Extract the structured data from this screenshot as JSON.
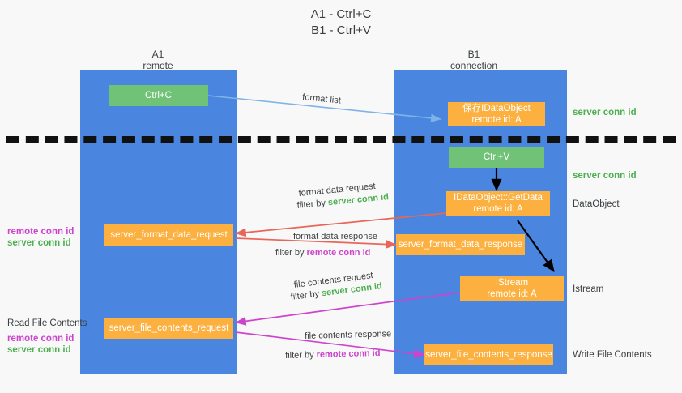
{
  "title": {
    "line1": "A1 - Ctrl+C",
    "line2": "B1 - Ctrl+V"
  },
  "colors": {
    "lane": "#4a86e0",
    "green_box": "#6fc276",
    "orange_box": "#fbb040",
    "server_conn_id": "#4caf50",
    "remote_conn_id": "#cc44cc",
    "background": "#f8f8f8",
    "divider": "#111111",
    "arrow_blue": "#7fb3e8",
    "arrow_red": "#e8655a",
    "arrow_magenta": "#cc44cc",
    "arrow_black": "#000000"
  },
  "columns": [
    {
      "name": "A1",
      "sub": "remote"
    },
    {
      "name": "B1",
      "sub": "connection"
    }
  ],
  "boxes": [
    {
      "id": "ctrl-c",
      "label": "Ctrl+C",
      "sub": "",
      "kind": "green"
    },
    {
      "id": "save-idataobject",
      "label": "保存IDataObject",
      "sub": "remote id: A",
      "kind": "orange"
    },
    {
      "id": "ctrl-v",
      "label": "Ctrl+V",
      "sub": "",
      "kind": "green"
    },
    {
      "id": "idataobject-getdata",
      "label": "IDataObject::GetData",
      "sub": "remote id: A",
      "kind": "orange"
    },
    {
      "id": "server-format-data-request",
      "label": "server_format_data_request",
      "sub": "",
      "kind": "orange"
    },
    {
      "id": "server-format-data-response",
      "label": "server_format_data_response",
      "sub": "",
      "kind": "orange"
    },
    {
      "id": "istream",
      "label": "IStream",
      "sub": "remote id: A",
      "kind": "orange"
    },
    {
      "id": "server-file-contents-request",
      "label": "server_file_contents_request",
      "sub": "",
      "kind": "orange"
    },
    {
      "id": "server-file-contents-response",
      "label": "server_file_contents_response",
      "sub": "",
      "kind": "orange"
    }
  ],
  "side_labels": {
    "server_conn_id_top": "server conn id",
    "server_conn_id_mid": "server conn id",
    "dataobject": "DataObject",
    "istream": "Istream",
    "write_file_contents": "Write File Contents",
    "read_file_contents": "Read File Contents",
    "remote_conn_id_a": "remote conn id",
    "server_conn_id_a": "server conn id",
    "remote_conn_id_b": "remote conn id",
    "server_conn_id_b": "server conn id"
  },
  "edge_labels": {
    "format_list": "format list",
    "format_data_request": "format data request",
    "format_data_request_filter_prefix": "filter by ",
    "format_data_request_filter_key": "server conn id",
    "format_data_response": "format data response",
    "format_data_response_filter_prefix": "filter by ",
    "format_data_response_filter_key": "remote conn id",
    "file_contents_request": "file contents request",
    "file_contents_request_filter_prefix": "filter by ",
    "file_contents_request_filter_key": "server conn id",
    "file_contents_response": "file contents response",
    "file_contents_response_filter_prefix": "filter by ",
    "file_contents_response_filter_key": "remote conn id"
  }
}
